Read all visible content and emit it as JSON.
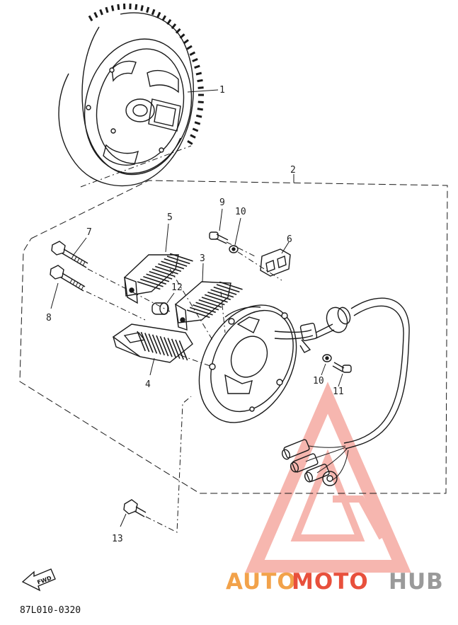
{
  "diagram": {
    "part_code": "87L010-0320",
    "fwd_label": "FWD",
    "callouts": [
      "1",
      "2",
      "3",
      "4",
      "5",
      "6",
      "7",
      "8",
      "9",
      "10",
      "10",
      "11",
      "12",
      "13"
    ]
  },
  "watermark": {
    "auto": "AUTO",
    "moto": "MOTO",
    "hub": "HUB",
    "colors": {
      "orange": "#f2a24a",
      "red": "#e8503c",
      "gray": "#9a9a9a",
      "triangle": "#f07b6e"
    }
  }
}
